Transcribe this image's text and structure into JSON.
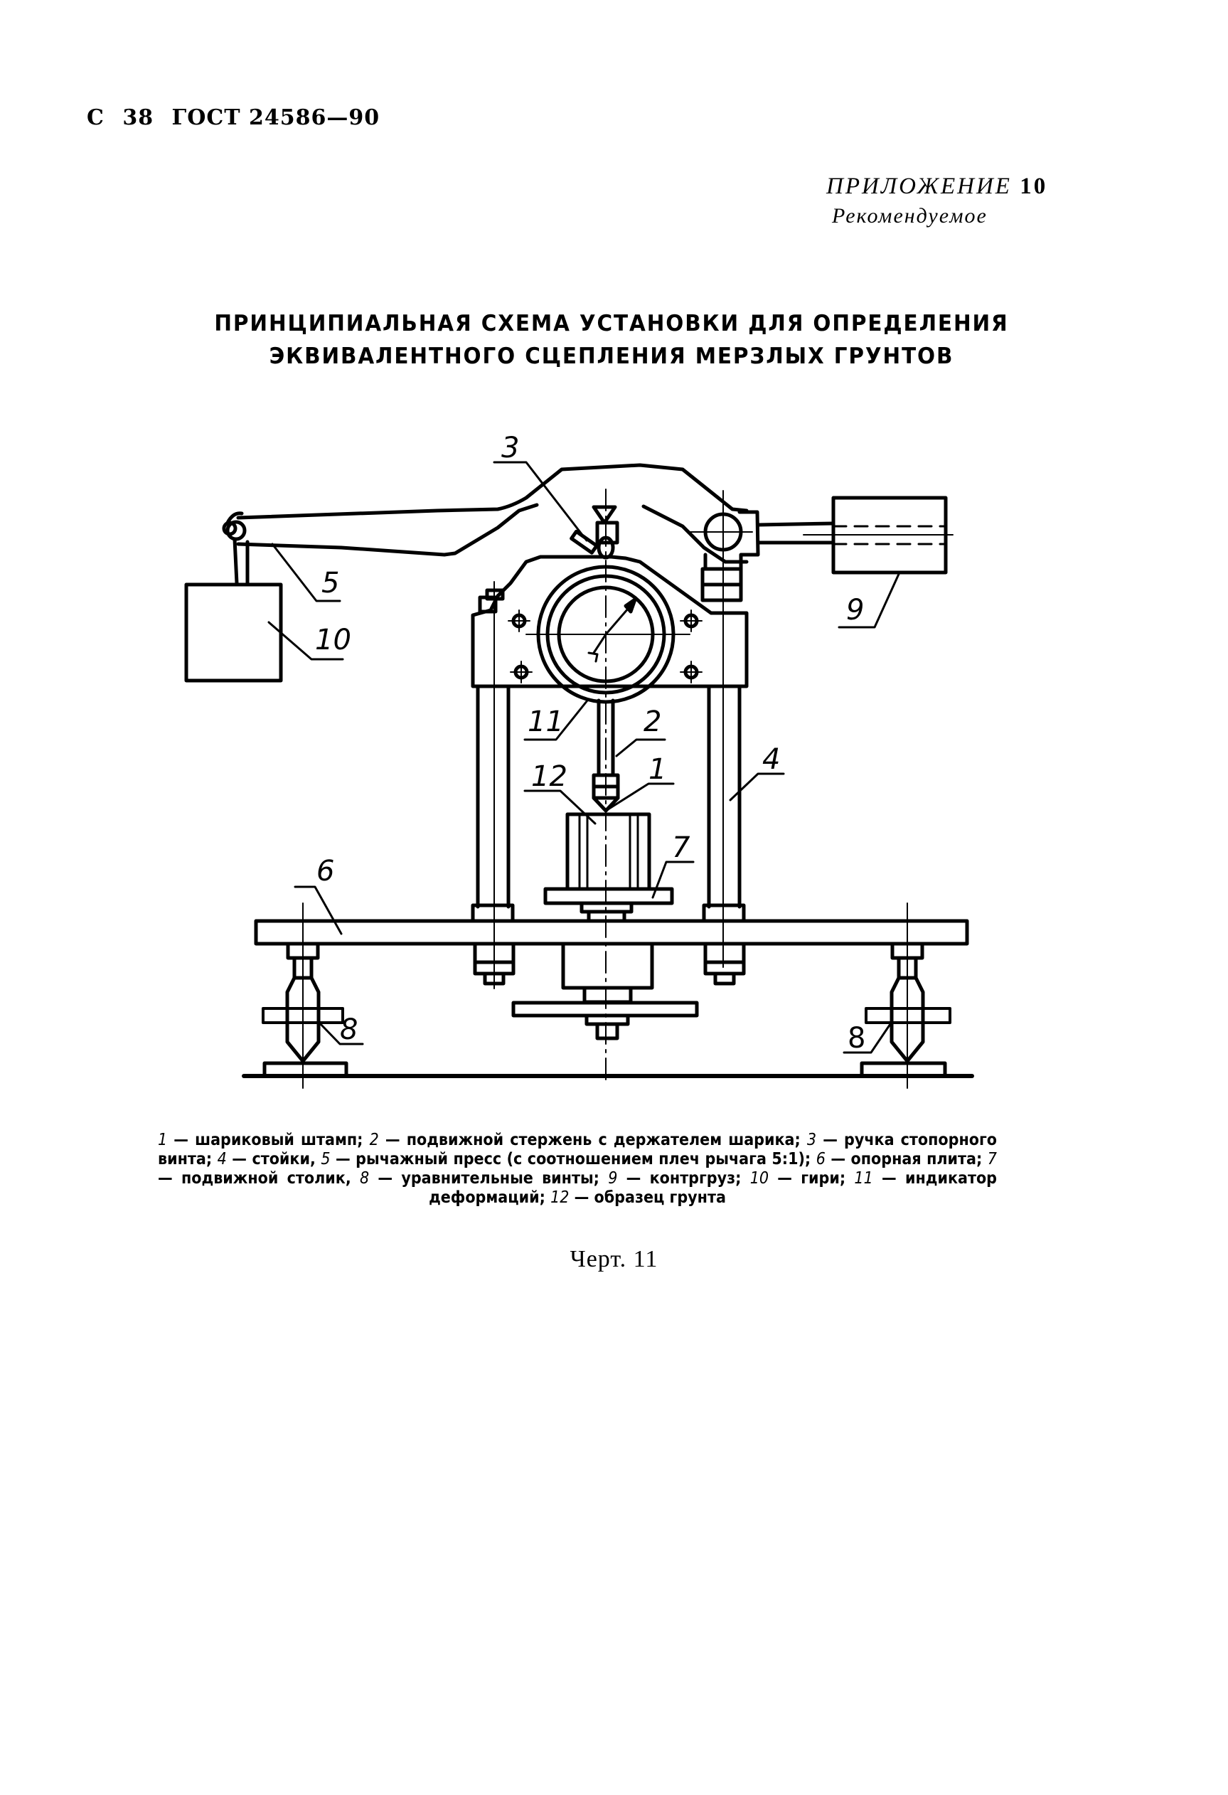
{
  "header": {
    "page_prefix": "С",
    "page_number": "38",
    "standard": "ГОСТ 24586—90"
  },
  "appendix": {
    "label": "ПРИЛОЖЕНИЕ",
    "number": "10",
    "status": "Рекомендуемое"
  },
  "title": {
    "line1": "ПРИНЦИПИАЛЬНАЯ СХЕМА УСТАНОВКИ ДЛЯ ОПРЕДЕЛЕНИЯ",
    "line2": "ЭКВИВАЛЕНТНОГО СЦЕПЛЕНИЯ МЕРЗЛЫХ ГРУНТОВ"
  },
  "diagram": {
    "callouts": [
      {
        "id": "1",
        "label": "1"
      },
      {
        "id": "2",
        "label": "2"
      },
      {
        "id": "3",
        "label": "3"
      },
      {
        "id": "4",
        "label": "4"
      },
      {
        "id": "5",
        "label": "5"
      },
      {
        "id": "6",
        "label": "6"
      },
      {
        "id": "7",
        "label": "7"
      },
      {
        "id": "8a",
        "label": "8"
      },
      {
        "id": "8b",
        "label": "8"
      },
      {
        "id": "9",
        "label": "9"
      },
      {
        "id": "10",
        "label": "10"
      },
      {
        "id": "11",
        "label": "11"
      },
      {
        "id": "12",
        "label": "12"
      }
    ]
  },
  "legend": {
    "items": [
      {
        "num": "1",
        "text": "шариковый штамп;"
      },
      {
        "num": "2",
        "text": "подвижной стержень с держателем шарика;"
      },
      {
        "num": "3",
        "text": "ручка стопорного винта;"
      },
      {
        "num": "4",
        "text": "стойки,"
      },
      {
        "num": "5",
        "text": "рычажный пресс (с соотношением плеч рычага 5:1);"
      },
      {
        "num": "6",
        "text": "опорная плита;"
      },
      {
        "num": "7",
        "text": "подвижной столик,"
      },
      {
        "num": "8",
        "text": "уравнительные винты;"
      },
      {
        "num": "9",
        "text": "контргруз;"
      },
      {
        "num": "10",
        "text": "гири;"
      },
      {
        "num": "11",
        "text": "индикатор деформаций;"
      },
      {
        "num": "12",
        "text": "образец грунта"
      }
    ]
  },
  "figure_caption": "Черт. 11"
}
